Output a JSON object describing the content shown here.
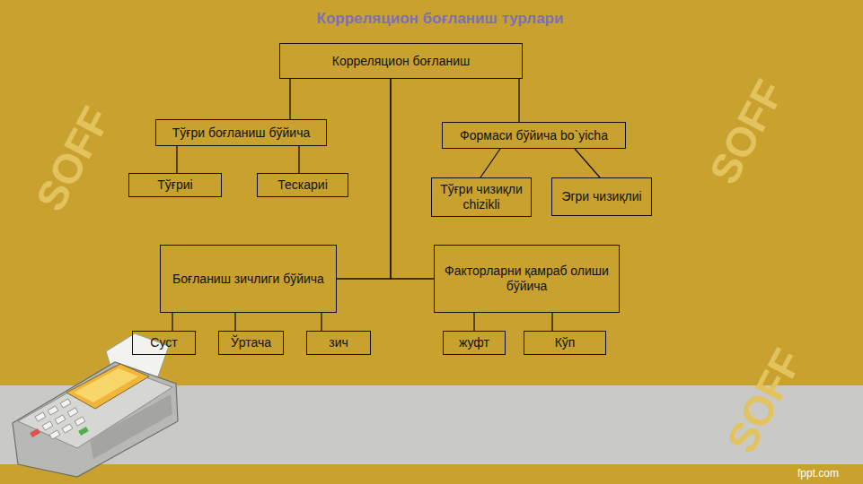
{
  "diagram": {
    "title": "Корреляцион боғланиш турлари",
    "nodes": [
      {
        "text": [
          "Корреляцион боғланиш"
        ]
      },
      {
        "text": [
          "Тўғри боғланиш бўйича"
        ]
      },
      {
        "text": [
          "Формаси бўйича bo`yicha"
        ]
      },
      {
        "text": [
          "Тўғриі"
        ]
      },
      {
        "text": [
          "Тескариі"
        ]
      },
      {
        "text": [
          "Тўғри чизиқли chizikli"
        ]
      },
      {
        "text": [
          "Эгри чизиқлиі"
        ]
      },
      {
        "text": [
          "Боғланиш зичлиги бўйича"
        ]
      },
      {
        "text": [
          "Факторларни қамраб олиши бўйича"
        ]
      },
      {
        "text": [
          "Суст"
        ]
      },
      {
        "text": [
          "Ўртача"
        ]
      },
      {
        "text": [
          "зич"
        ]
      },
      {
        "text": [
          "жуфт"
        ]
      },
      {
        "text": [
          "Кўп"
        ]
      }
    ],
    "edges": [
      {
        "from": 0,
        "to": 1,
        "arrow": "none"
      },
      {
        "from": 0,
        "to": 2,
        "arrow": "none"
      },
      {
        "from": 0,
        "to": 7,
        "arrow": "none"
      },
      {
        "from": 0,
        "to": 8,
        "arrow": "none"
      },
      {
        "from": 1,
        "to": 3,
        "arrow": "none"
      },
      {
        "from": 1,
        "to": 4,
        "arrow": "none"
      },
      {
        "from": 2,
        "to": 5,
        "arrow": "none"
      },
      {
        "from": 2,
        "to": 6,
        "arrow": "none"
      },
      {
        "from": 7,
        "to": 9,
        "arrow": "none"
      },
      {
        "from": 7,
        "to": 10,
        "arrow": "none"
      },
      {
        "from": 7,
        "to": 11,
        "arrow": "none"
      },
      {
        "from": 8,
        "to": 12,
        "arrow": "none"
      },
      {
        "from": 8,
        "to": 13,
        "arrow": "none"
      }
    ],
    "labels": [
      "SOFF",
      "SOFF",
      "SOFF",
      "fppt.com"
    ]
  }
}
